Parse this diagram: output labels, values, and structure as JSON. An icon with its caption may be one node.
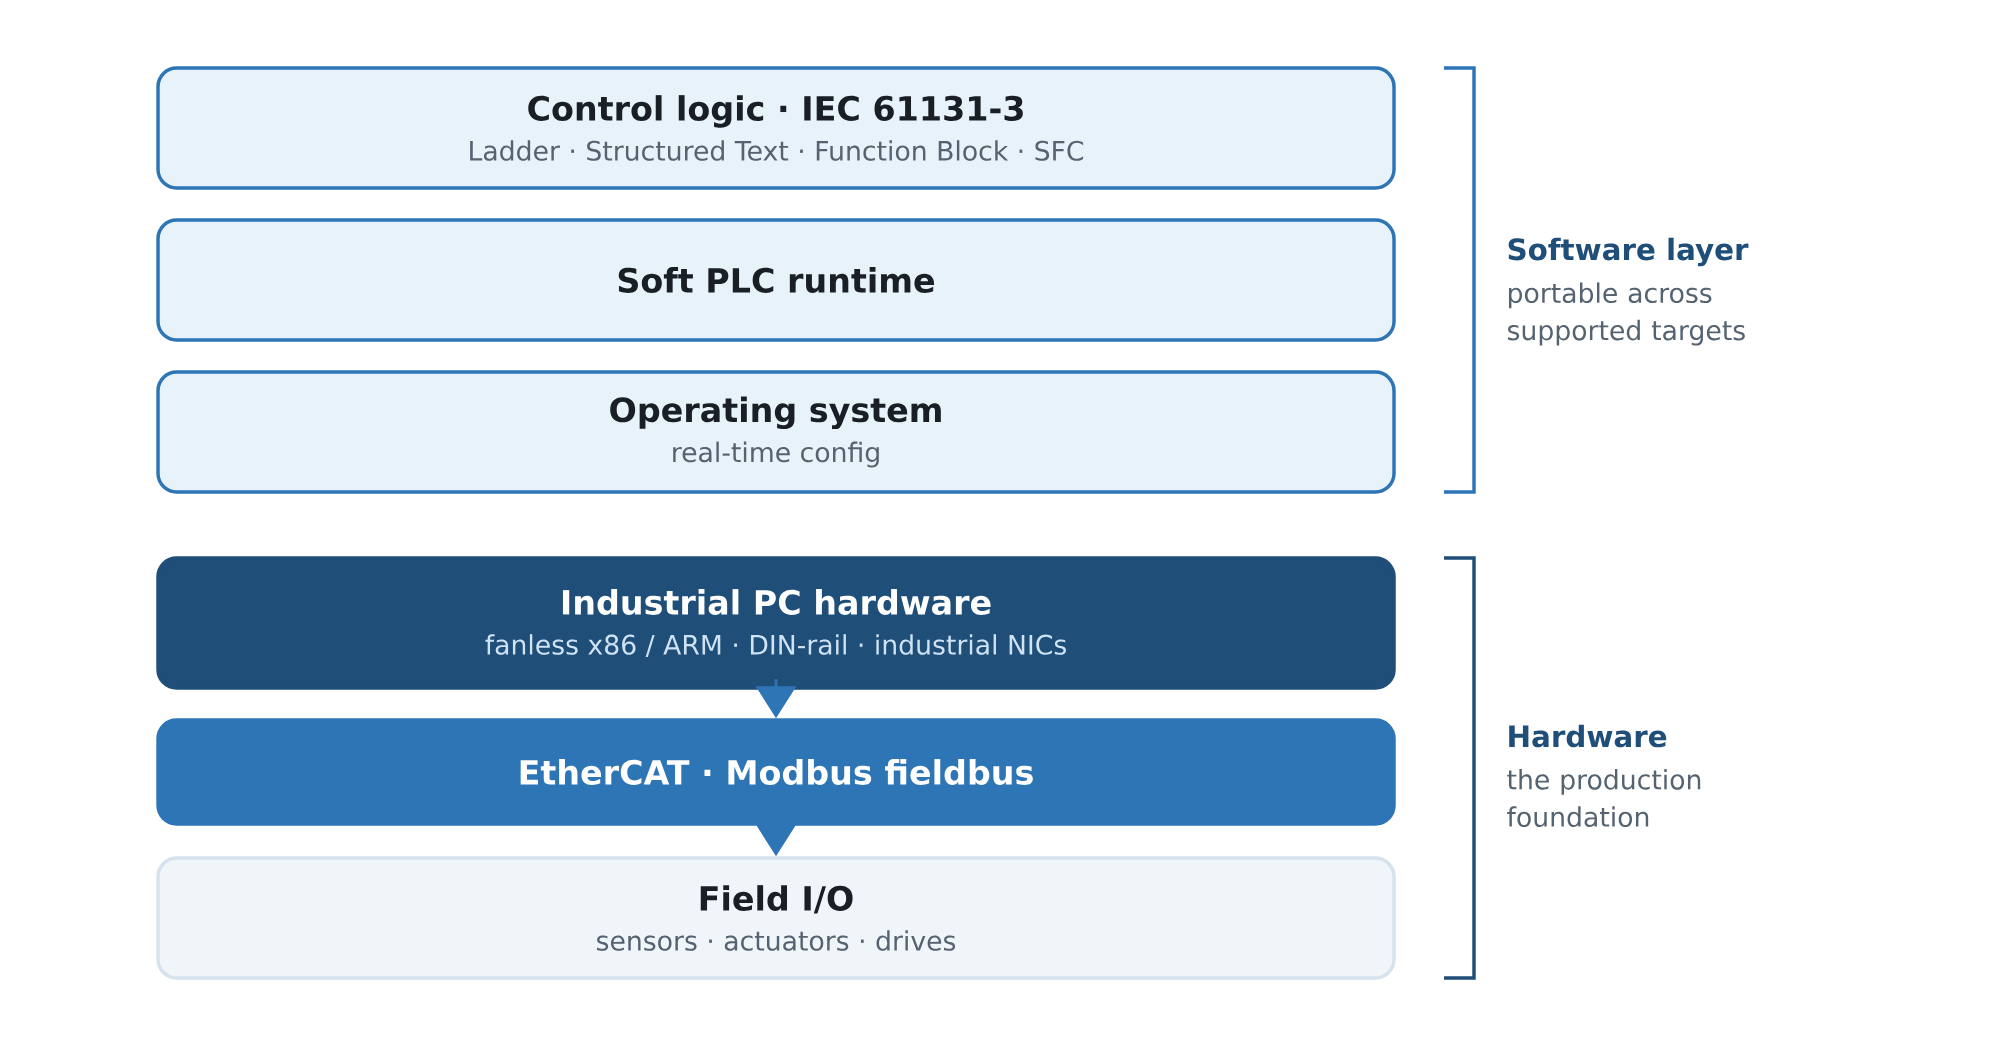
{
  "diagram": {
    "nodes": [
      {
        "text": [
          "Control logic · IEC 61131-3",
          "Ladder · Structured Text · Function Block · SFC"
        ]
      },
      {
        "text": [
          "Soft PLC runtime"
        ]
      },
      {
        "text": [
          "Operating system",
          "real-time config"
        ]
      },
      {
        "text": [
          "Industrial PC hardware",
          "fanless x86 / ARM · DIN-rail · industrial NICs"
        ]
      },
      {
        "text": [
          "EtherCAT · Modbus fieldbus"
        ]
      },
      {
        "text": [
          "Field I/O",
          "sensors · actuators · drives"
        ]
      }
    ],
    "edges": [
      {
        "from": 3,
        "to": 4,
        "arrow": "to"
      },
      {
        "from": 4,
        "to": 5,
        "arrow": "to"
      }
    ],
    "labels": [
      "Software layer",
      "portable across supported targets",
      "Hardware",
      "the production foundation"
    ]
  }
}
